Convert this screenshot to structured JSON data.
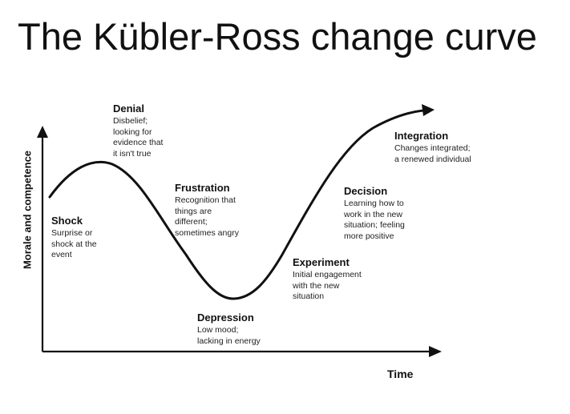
{
  "title": "The Kübler-Ross change curve",
  "axes": {
    "y_label": "Morale and competence",
    "x_label": "Time"
  },
  "stages": [
    {
      "id": "shock",
      "heading": "Shock",
      "description": "Surprise or\nshock at the\nevent"
    },
    {
      "id": "denial",
      "heading": "Denial",
      "description": "Disbelief;\nlooking for\nevidence that\nit isn't true"
    },
    {
      "id": "frustration",
      "heading": "Frustration",
      "description": "Recognition that\nthings are\ndifferent;\nsometimes angry"
    },
    {
      "id": "depression",
      "heading": "Depression",
      "description": "Low mood;\nlacking in energy"
    },
    {
      "id": "experiment",
      "heading": "Experiment",
      "description": "Initial engagement\nwith the new\nsituation"
    },
    {
      "id": "decision",
      "heading": "Decision",
      "description": "Learning how to\nwork in the new\nsituation; feeling\nmore positive"
    },
    {
      "id": "integration",
      "heading": "Integration",
      "description": "Changes integrated;\na renewed individual"
    }
  ]
}
